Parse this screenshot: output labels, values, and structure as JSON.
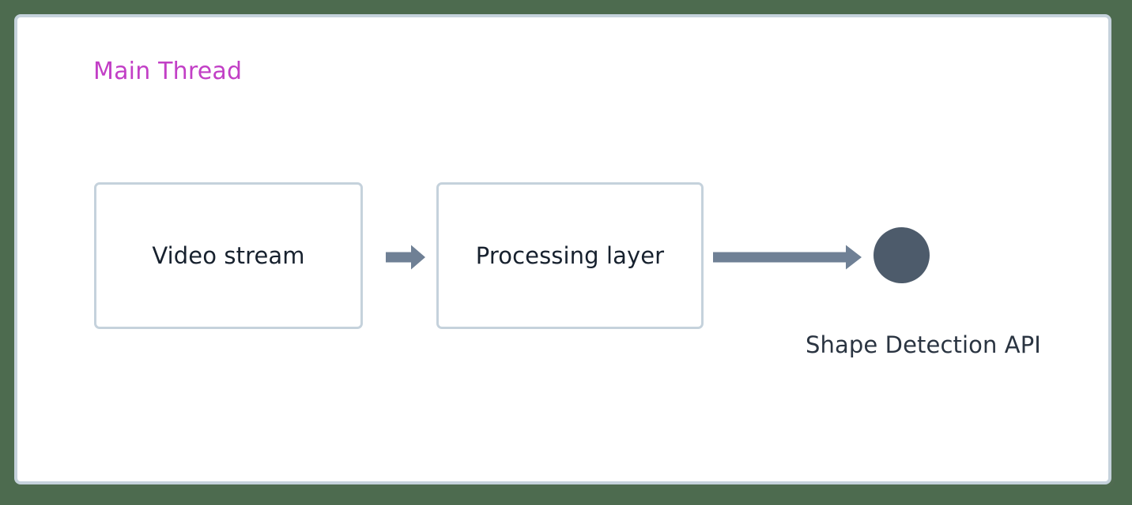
{
  "canvas": {
    "background_color": "#4d6b4f",
    "frame_background": "#ffffff",
    "frame_border_color": "#c5d2dc"
  },
  "diagram": {
    "type": "flowchart",
    "direction": "left-to-right",
    "cluster": {
      "title": "Main Thread",
      "title_color": "#c23fc6"
    },
    "nodes": [
      {
        "id": "video-stream",
        "label": "Video stream",
        "shape": "rounded-rectangle",
        "fill": "#ffffff",
        "border_color": "#c5d2dc",
        "text_color": "#17212e"
      },
      {
        "id": "processing-layer",
        "label": "Processing layer",
        "shape": "rounded-rectangle",
        "fill": "#ffffff",
        "border_color": "#c5d2dc",
        "text_color": "#17212e"
      },
      {
        "id": "shape-detection-api",
        "label": "Shape Detection API",
        "shape": "circle",
        "fill": "#4d5b6b",
        "text_color": "#2a3441"
      }
    ],
    "edges": [
      {
        "id": "video-to-processing",
        "from": "video-stream",
        "to": "processing-layer",
        "label": "",
        "color": "#6f8095",
        "style": "solid-arrow"
      },
      {
        "id": "processing-to-api",
        "from": "processing-layer",
        "to": "shape-detection-api",
        "label": "",
        "color": "#6f8095",
        "style": "solid-arrow"
      }
    ]
  }
}
